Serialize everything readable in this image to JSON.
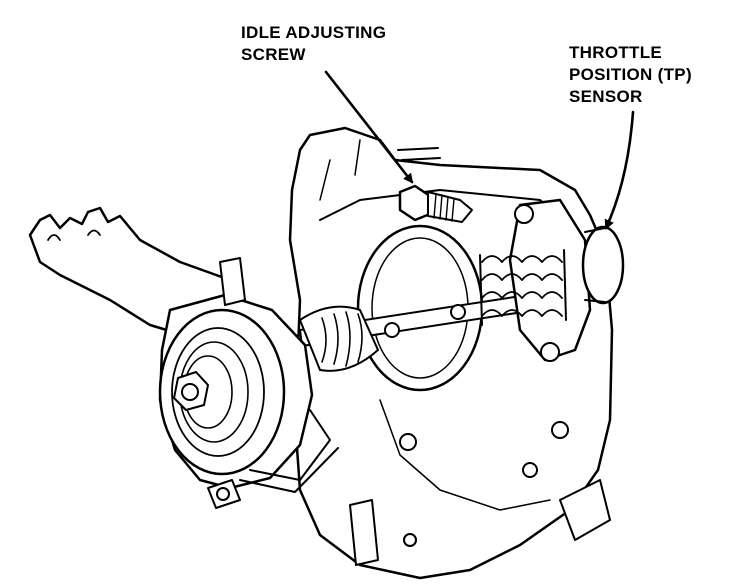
{
  "labels": {
    "idle_adjusting_screw": [
      "IDLE ADJUSTING",
      "SCREW"
    ],
    "throttle_position_sensor": [
      "THROTTLE",
      "POSITION (TP)",
      "SENSOR"
    ]
  },
  "colors": {
    "ink": "#000000",
    "background": "#ffffff"
  }
}
